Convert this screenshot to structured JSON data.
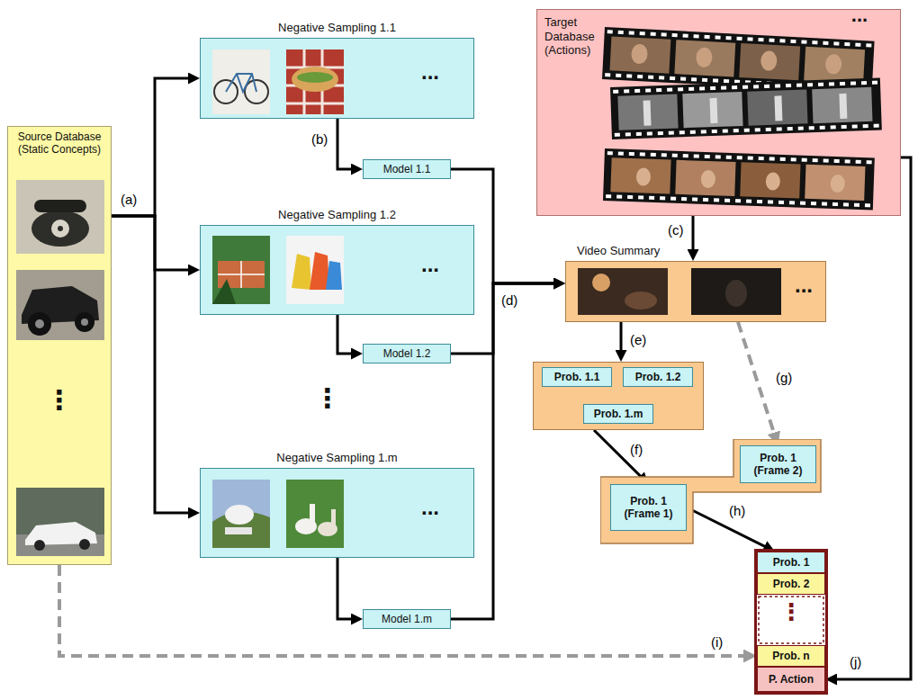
{
  "diagram": {
    "nodes": [
      {
        "text": [
          "Source Database (Static Concepts)"
        ]
      },
      {
        "text": [
          "Negative Sampling 1.1"
        ]
      },
      {
        "text": [
          "Model 1.1"
        ]
      },
      {
        "text": [
          "Negative Sampling 1.2"
        ]
      },
      {
        "text": [
          "Model 1.2"
        ]
      },
      {
        "text": [
          "Negative Sampling 1.m"
        ]
      },
      {
        "text": [
          "Model 1.m"
        ]
      },
      {
        "text": [
          "Target Database (Actions)"
        ]
      },
      {
        "text": [
          "Video Summary"
        ]
      },
      {
        "text": []
      },
      {
        "text": [
          "Prob. 1.1"
        ],
        "in": 9
      },
      {
        "text": [
          "Prob. 1.2"
        ],
        "in": 9
      },
      {
        "text": [
          "Prob. 1.m"
        ],
        "in": 9
      },
      {
        "text": []
      },
      {
        "text": [
          "Prob. 1 (Frame 1)"
        ],
        "in": 13
      },
      {
        "text": [
          "Prob. 1 (Frame 2)"
        ],
        "in": 13
      },
      {
        "text": []
      },
      {
        "text": [
          "Prob. 1"
        ],
        "in": 16
      },
      {
        "text": [
          "Prob. 2"
        ],
        "in": 16
      },
      {
        "text": [
          "Prob. n"
        ],
        "in": 16
      },
      {
        "text": [
          "P. Action"
        ],
        "in": 16
      }
    ],
    "edges": [
      {
        "from": 0,
        "to": 1,
        "arrow": "to",
        "label": "(a)"
      },
      {
        "from": 0,
        "to": 3,
        "arrow": "to"
      },
      {
        "from": 0,
        "to": 5,
        "arrow": "to"
      },
      {
        "from": 1,
        "to": 2,
        "arrow": "to",
        "label": "(b)"
      },
      {
        "from": 3,
        "to": 4,
        "arrow": "to"
      },
      {
        "from": 5,
        "to": 6,
        "arrow": "to"
      },
      {
        "from": 2,
        "to": 8,
        "arrow": "to",
        "label": "(d)"
      },
      {
        "from": 4,
        "to": 8,
        "arrow": "to"
      },
      {
        "from": 6,
        "to": 8,
        "arrow": "to"
      },
      {
        "from": 7,
        "to": 8,
        "arrow": "to",
        "label": "(c)"
      },
      {
        "from": 8,
        "to": 9,
        "arrow": "to",
        "label": "(e)"
      },
      {
        "from": 8,
        "to": 15,
        "arrow": "to",
        "label": "(g)"
      },
      {
        "from": 9,
        "to": 14,
        "arrow": "to",
        "label": "(f)"
      },
      {
        "from": 14,
        "to": 17,
        "arrow": "to",
        "label": "(h)"
      },
      {
        "from": 0,
        "to": 19,
        "arrow": "to",
        "label": "(i)"
      },
      {
        "from": 7,
        "to": 20,
        "arrow": "to",
        "label": "(j)"
      }
    ],
    "labels": [
      "...",
      "...",
      "...",
      "⋮",
      "⋮",
      "...",
      "...",
      "⋮"
    ]
  }
}
